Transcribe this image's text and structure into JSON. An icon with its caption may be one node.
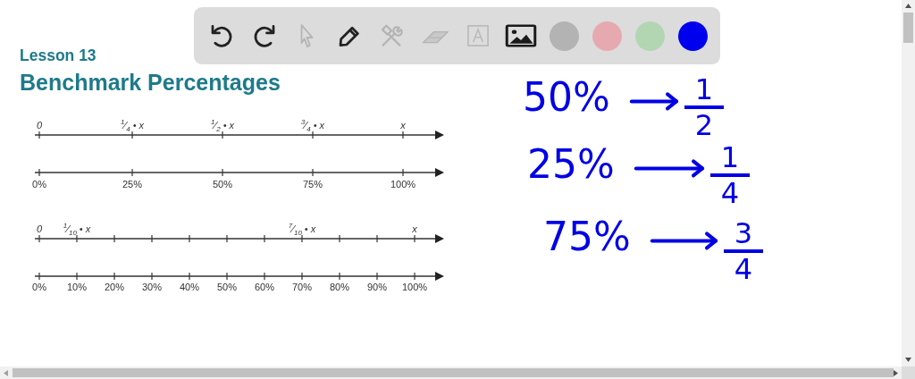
{
  "diagram": {
    "title": "Benchmark Percentages",
    "nodes": [
      {
        "text": [
          "50%"
        ]
      },
      {
        "text": [
          "1",
          "2"
        ]
      },
      {
        "text": [
          "25%"
        ]
      },
      {
        "text": [
          "1",
          "4"
        ]
      },
      {
        "text": [
          "75%"
        ]
      },
      {
        "text": [
          "3",
          "4"
        ]
      }
    ],
    "edges": [
      {
        "from": 0,
        "to": 1,
        "arrow": "to"
      },
      {
        "from": 2,
        "to": 3,
        "arrow": "to"
      },
      {
        "from": 4,
        "to": 5,
        "arrow": "to"
      }
    ],
    "labels": [
      "Lesson 13",
      "0",
      "$^{1}$⁄$_{4}$ • x",
      "$^{1}$⁄$_{2}$ • x",
      "$^{3}$⁄$_{4}$ • x",
      "x",
      "0%",
      "25%",
      "50%",
      "75%",
      "100%",
      "0",
      "$^{1}$⁄$_{10}$ • x",
      "$^{7}$⁄$_{10}$ • x",
      "x",
      "0%",
      "10%",
      "20%",
      "30%",
      "40%",
      "50%",
      "60%",
      "70%",
      "80%",
      "90%",
      "100%"
    ]
  }
}
